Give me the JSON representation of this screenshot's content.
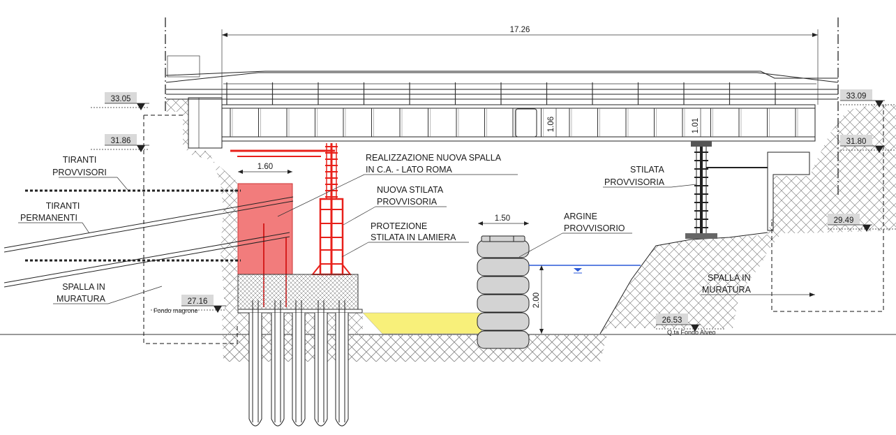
{
  "colors": {
    "new_abutment": "#f27c7c",
    "temp_support": "#e8201a",
    "fill_yellow": "#f8f07a",
    "water": "#2a58d8",
    "level_box": "#d9d9d9"
  },
  "dimensions": {
    "span": "17.26",
    "abutment_width": "1.60",
    "levee_width": "1.50",
    "levee_height": "2.00",
    "beam_height_left": "1.06",
    "beam_height_right": "1.01"
  },
  "levels": {
    "deck_left": "33.05",
    "deck_right": "33.09",
    "soffit_left": "31.86",
    "soffit_right": "31.80",
    "right_abutment": "29.49",
    "lean_concrete": "27.16",
    "riverbed": "26.53"
  },
  "notes": {
    "lean_concrete": "Fondo magrone",
    "riverbed": "Q.ta Fondo Alveo"
  },
  "labels": {
    "temp_anchors_1": "TIRANTI",
    "temp_anchors_2": "PROVVISORI",
    "perm_anchors_1": "TIRANTI",
    "perm_anchors_2": "PERMANENTI",
    "left_masonry_1": "SPALLA IN",
    "left_masonry_2": "MURATURA",
    "new_abutment_1": "REALIZZAZIONE NUOVA SPALLA",
    "new_abutment_2": "IN C.A. - LATO ROMA",
    "new_trestle_1": "NUOVA STILATA",
    "new_trestle_2": "PROVVISORIA",
    "protection_1": "PROTEZIONE",
    "protection_2": "STILATA IN LAMIERA",
    "levee_1": "ARGINE",
    "levee_2": "PROVVISORIO",
    "trestle_1": "STILATA",
    "trestle_2": "PROVVISORIA",
    "right_masonry_1": "SPALLA IN",
    "right_masonry_2": "MURATURA"
  }
}
